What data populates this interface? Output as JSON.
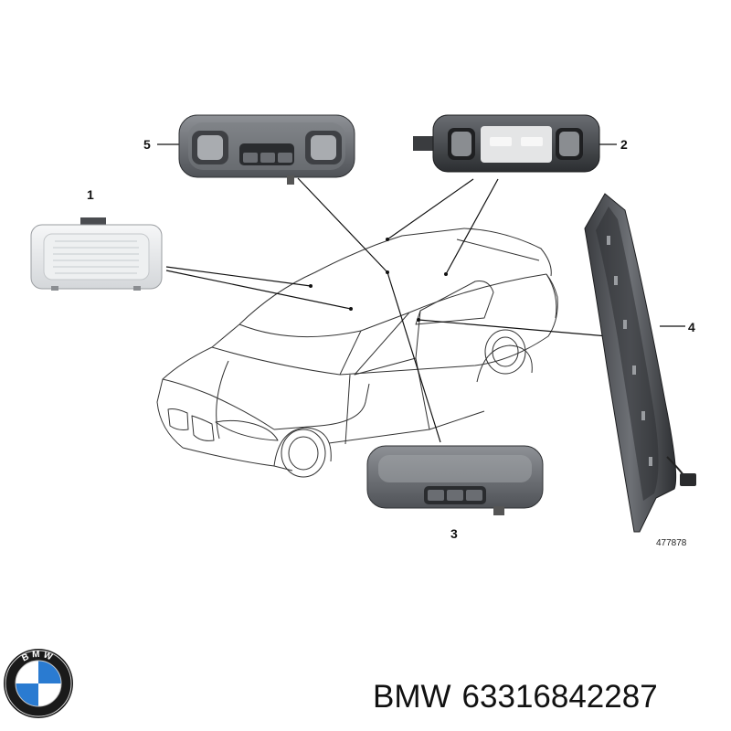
{
  "callouts": {
    "c1": "1",
    "c2": "2",
    "c3": "3",
    "c4": "4",
    "c5": "5"
  },
  "drawing_number": "477878",
  "logo": {
    "text": "BMW"
  },
  "caption": {
    "brand": "BMW",
    "part_number": "63316842287"
  },
  "colors": {
    "line": "#111111",
    "panel_dark": "#5a5d62",
    "panel_light": "#e9ebed",
    "bmw_blue": "#2a7bd1"
  }
}
